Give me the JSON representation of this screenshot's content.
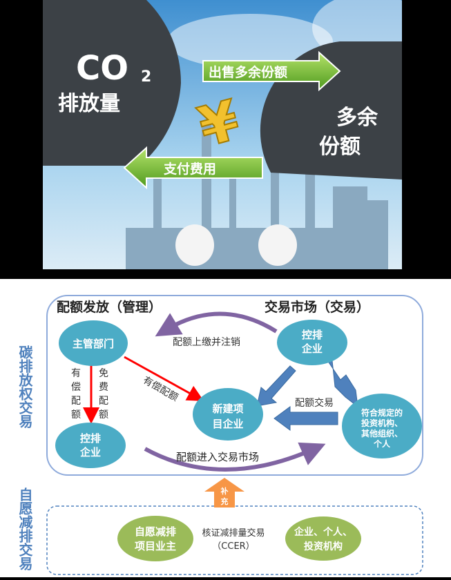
{
  "illustration": {
    "co2_label": "CO",
    "co2_subscript": "2",
    "emissions_label": "排放量",
    "sell_arrow_label": "出售多余份额",
    "surplus_label_line1": "多余",
    "surplus_label_line2": "份额",
    "pay_arrow_label": "支付费用",
    "currency_symbol": "¥"
  },
  "diagram": {
    "carbon_trading_label": "碳排放权交易",
    "allocation_title": "配额发放（管理）",
    "market_title": "交易市场（交易）",
    "nodes": {
      "authority": "主管部门",
      "controlled_top": [
        "控排",
        "企业"
      ],
      "controlled_bottom": [
        "控排",
        "企业"
      ],
      "new_project": [
        "新建项",
        "目企业"
      ],
      "investors": [
        "符合规定的",
        "投资机构、",
        "其他组织、",
        "个人"
      ]
    },
    "edges": {
      "surrender": "配额上缴并注销",
      "paid_left": [
        "有",
        "偿",
        "配",
        "额"
      ],
      "free_right": [
        "免",
        "费",
        "配",
        "额"
      ],
      "paid_diagonal": "有偿配额",
      "quota_trade": "配额交易",
      "enter_market": "配额进入交易市场"
    },
    "supplement_label": [
      "补",
      "充"
    ],
    "voluntary_label": "自愿减排交易",
    "voluntary": {
      "owner": [
        "自愿减排",
        "项目业主"
      ],
      "ccer_line1": "核证减排量交易",
      "ccer_line2": "（CCER）",
      "buyers": [
        "企业、个人、",
        "投资机构"
      ]
    },
    "colors": {
      "node_blue": "#4bacc6",
      "arrow_purple": "#8064a2",
      "arrow_red": "#ff0000",
      "arrow_blue": "#4f81bd",
      "node_green": "#9bbb59",
      "arrow_orange": "#f79646",
      "label_blue": "#4f81bd"
    }
  }
}
